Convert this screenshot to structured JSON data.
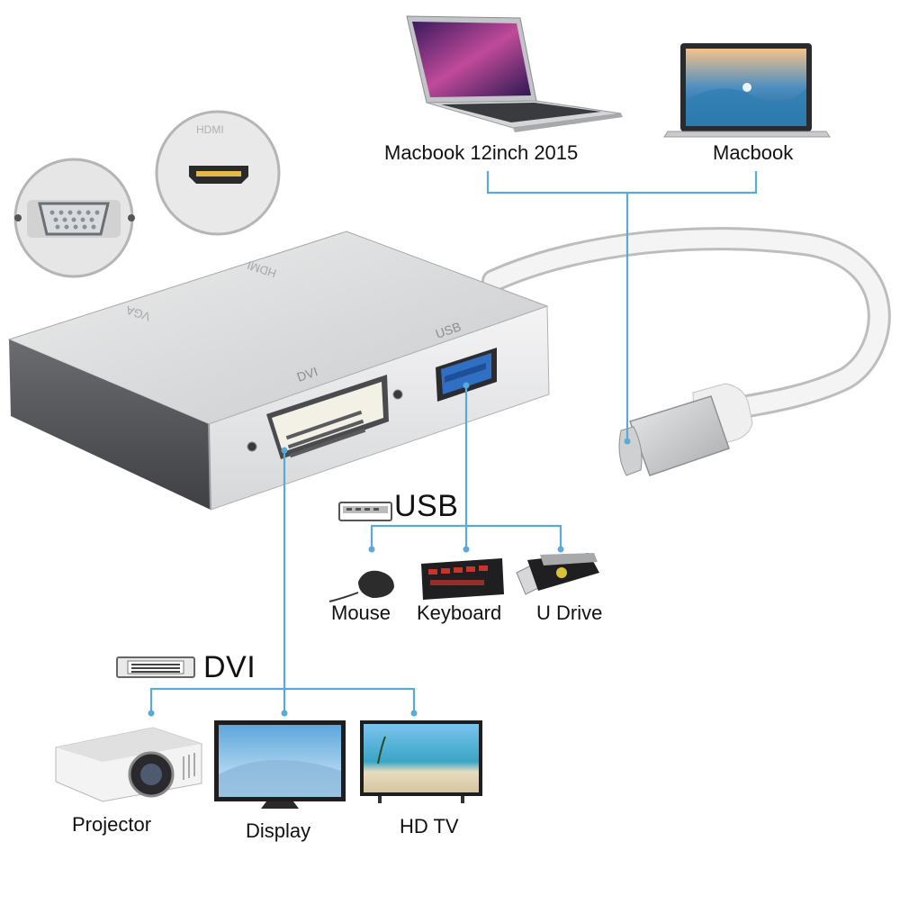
{
  "sources": {
    "laptop_left": "Macbook 12inch 2015",
    "laptop_right": "Macbook"
  },
  "adapter": {
    "port_vga": "VGA",
    "port_hdmi": "HDMI",
    "port_dvi": "DVI",
    "port_usb": "USB",
    "zoom_hdmi_label": "HDMI"
  },
  "usb_group": {
    "title": "USB",
    "devices": [
      "Mouse",
      "Keyboard",
      "U Drive"
    ]
  },
  "dvi_group": {
    "title": "DVI",
    "devices": [
      "Projector",
      "Display",
      "HD TV"
    ]
  },
  "colors": {
    "line": "#5aa9d6",
    "aluminum": "#d9dadc",
    "aluminum_dark": "#55575b",
    "cable": "#f2f2f2"
  }
}
